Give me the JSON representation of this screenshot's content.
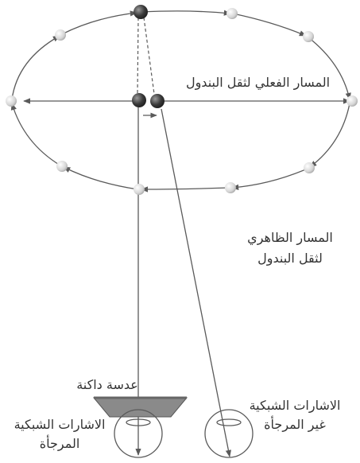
{
  "labels": {
    "actual_path": "المسار الفعلي لثقل البندول",
    "apparent_path_line1": "المسار الظاهري",
    "apparent_path_line2": "لثقل البندول",
    "dark_lens": "عدسة داكنة",
    "undelayed_line1": "الاشارات الشبكية",
    "undelayed_line2": "غير المرجأة",
    "delayed_line1": "الاشارات الشبكية",
    "delayed_line2": "المرجأة"
  },
  "colors": {
    "line": "#5a5a5a",
    "ball_dark": "#3a3a3a",
    "ball_light": "#d8d8d8",
    "lens": "#8a8a8a"
  }
}
